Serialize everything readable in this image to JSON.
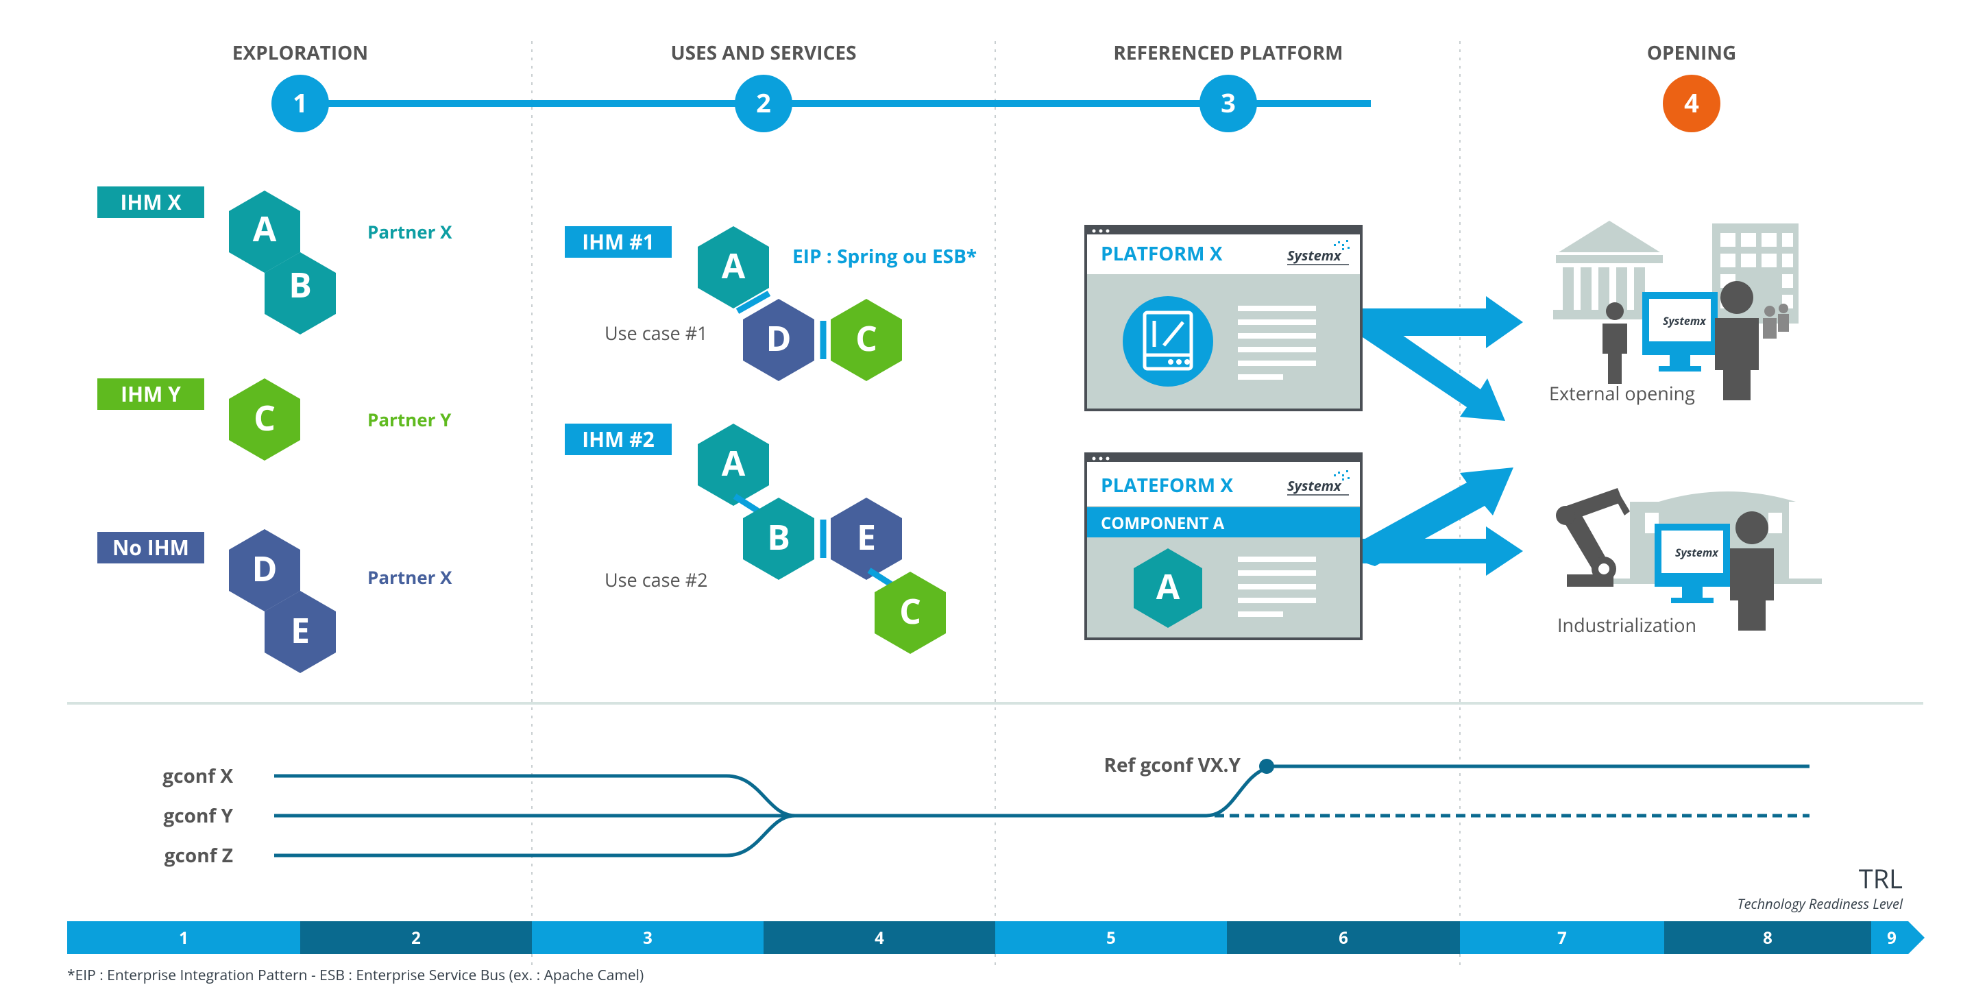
{
  "colors": {
    "blue": "#0aa0dc",
    "dark_blue": "#0a6a8f",
    "teal": "#0d9ea3",
    "green": "#5fba1f",
    "navy": "#46609c",
    "orange": "#ec6214",
    "gray_text": "#555555",
    "light_gray": "#c4d2cf",
    "line_gray": "#333e48"
  },
  "phases": [
    {
      "number": "1",
      "title": "EXPLORATION"
    },
    {
      "number": "2",
      "title": "USES AND SERVICES"
    },
    {
      "number": "3",
      "title": "REFERENCED PLATFORM"
    },
    {
      "number": "4",
      "title": "OPENING"
    }
  ],
  "exploration": {
    "rows": [
      {
        "tag": "IHM X",
        "modules": [
          "A",
          "B"
        ],
        "partner": "Partner X"
      },
      {
        "tag": "IHM Y",
        "modules": [
          "C"
        ],
        "partner": "Partner Y"
      },
      {
        "tag": "No IHM",
        "modules": [
          "D",
          "E"
        ],
        "partner": "Partner X"
      }
    ]
  },
  "uses": {
    "case1": {
      "tag": "IHM #1",
      "label": "Use case #1",
      "eip_label": "EIP : Spring ou ESB*",
      "modules": [
        "A",
        "D",
        "C"
      ]
    },
    "case2": {
      "tag": "IHM #2",
      "label": "Use case #2",
      "modules": [
        "A",
        "B",
        "E",
        "C"
      ]
    }
  },
  "platform": {
    "window1_title": "PLATFORM X",
    "window2_title": "PLATEFORM X",
    "component_label": "COMPONENT A",
    "component_module": "A",
    "logo_text": "Systemx"
  },
  "opening": {
    "external_label": "External opening",
    "industrial_label": "Industrialization"
  },
  "gconf": {
    "lines": [
      "gconf X",
      "gconf Y",
      "gconf Z"
    ],
    "ref_label": "Ref gconf VX.Y"
  },
  "trl": {
    "title": "TRL",
    "subtitle": "Technology Readiness Level",
    "levels": [
      "1",
      "2",
      "3",
      "4",
      "5",
      "6",
      "7",
      "8",
      "9"
    ]
  },
  "footnote": "*EIP : Enterprise Integration Pattern - ESB : Enterprise Service Bus (ex. : Apache Camel)"
}
